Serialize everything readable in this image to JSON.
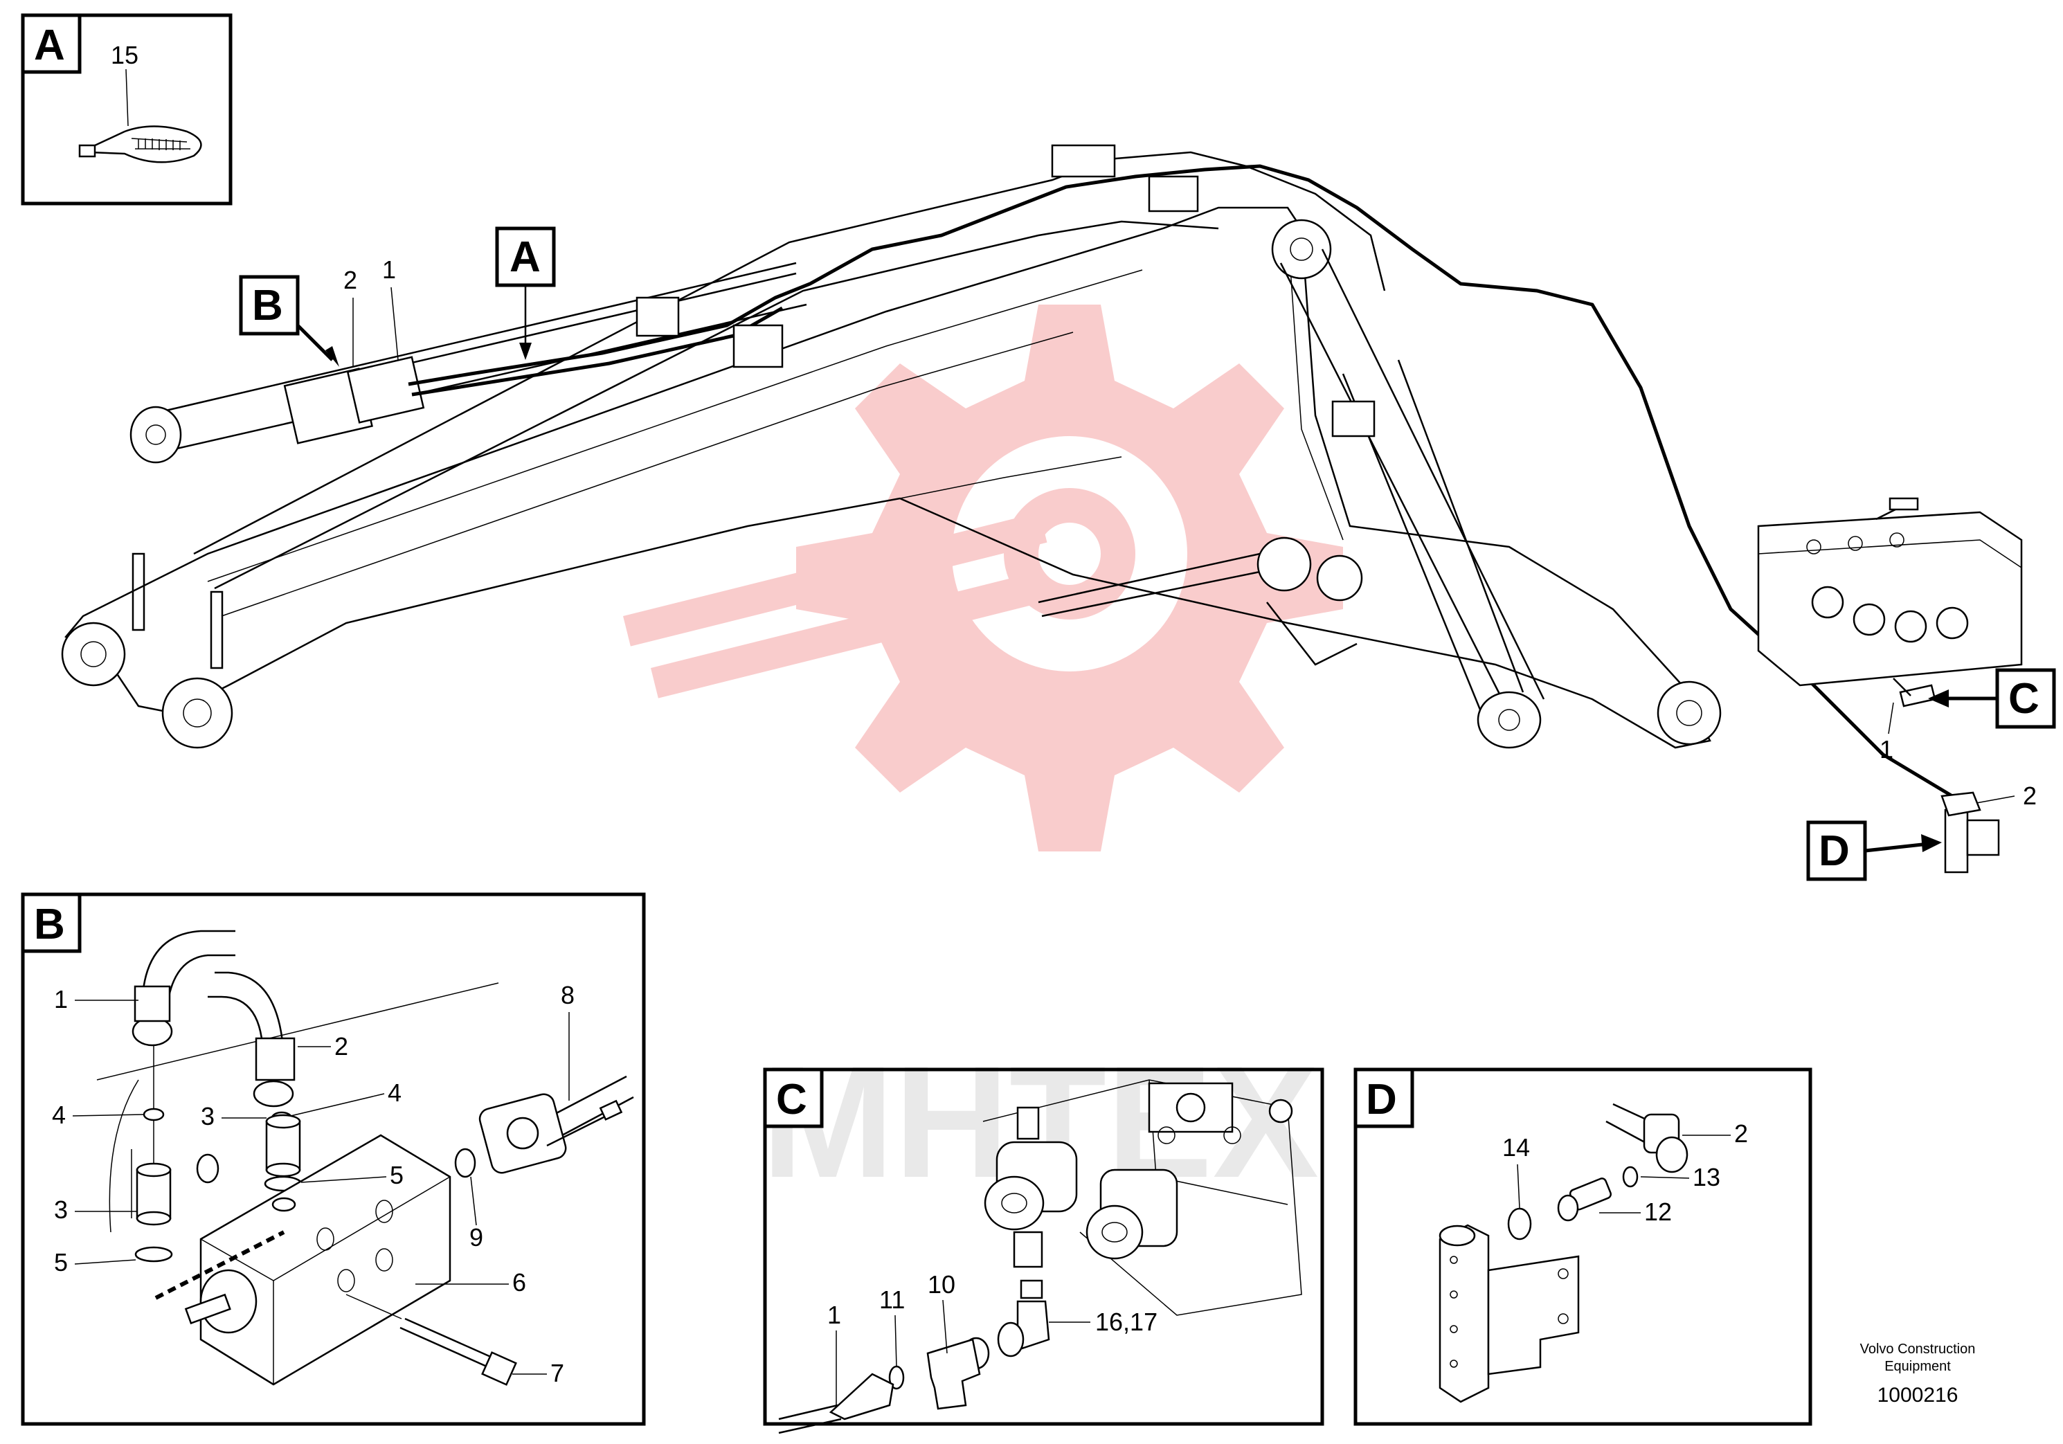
{
  "watermark": {
    "text": "MHTEX",
    "color": "#f5a3a3"
  },
  "detail_tags": {
    "A": "A",
    "B": "B",
    "C": "C",
    "D": "D"
  },
  "main_labels": {
    "p2_left": "2",
    "p1_left": "1",
    "p1_right": "1",
    "p2_right": "2"
  },
  "inset_a": {
    "p15": "15"
  },
  "inset_b": {
    "p1": "1",
    "p2": "2",
    "p4a": "4",
    "p4b": "4",
    "p3a": "3",
    "p3b": "3",
    "p5a": "5",
    "p5b": "5",
    "p6": "6",
    "p7": "7",
    "p8": "8",
    "p9": "9"
  },
  "inset_c": {
    "p1": "1",
    "p11": "11",
    "p10": "10",
    "p1617": "16,17"
  },
  "inset_d": {
    "p2": "2",
    "p13": "13",
    "p14": "14",
    "p12": "12"
  },
  "footer": {
    "brand_line1": "Volvo Construction",
    "brand_line2": "Equipment",
    "part_number": "1000216"
  }
}
